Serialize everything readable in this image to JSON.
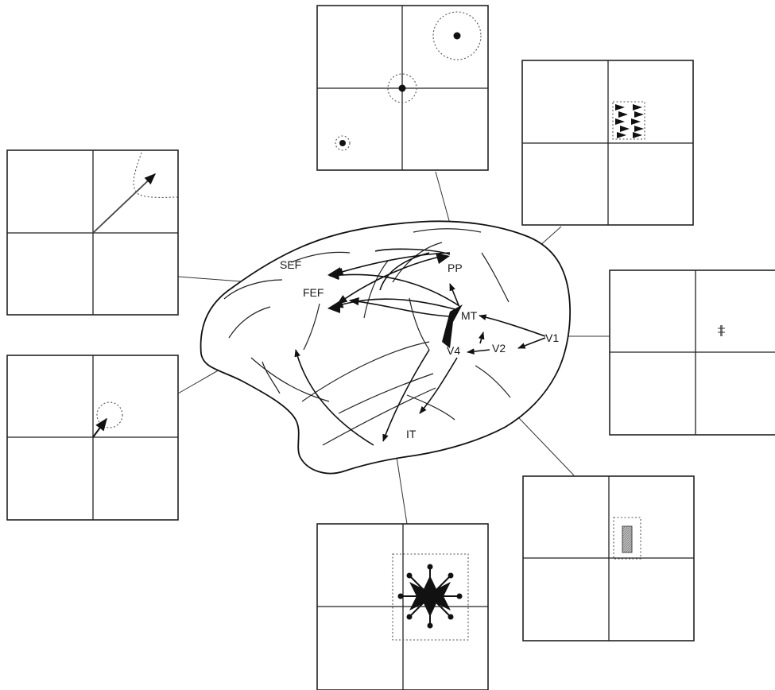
{
  "figure": {
    "areas": {
      "sef": "SEF",
      "fef": "FEF",
      "pp": "PP",
      "mt": "MT",
      "v1": "V1",
      "v2": "V2",
      "v4": "V4",
      "it": "IT"
    },
    "colors": {
      "line": "#222222",
      "background": "#ffffff",
      "rf_outline": "#555555",
      "stimulus_fill": "#111111",
      "v4_bar_fill": "#aaaaaa"
    }
  }
}
